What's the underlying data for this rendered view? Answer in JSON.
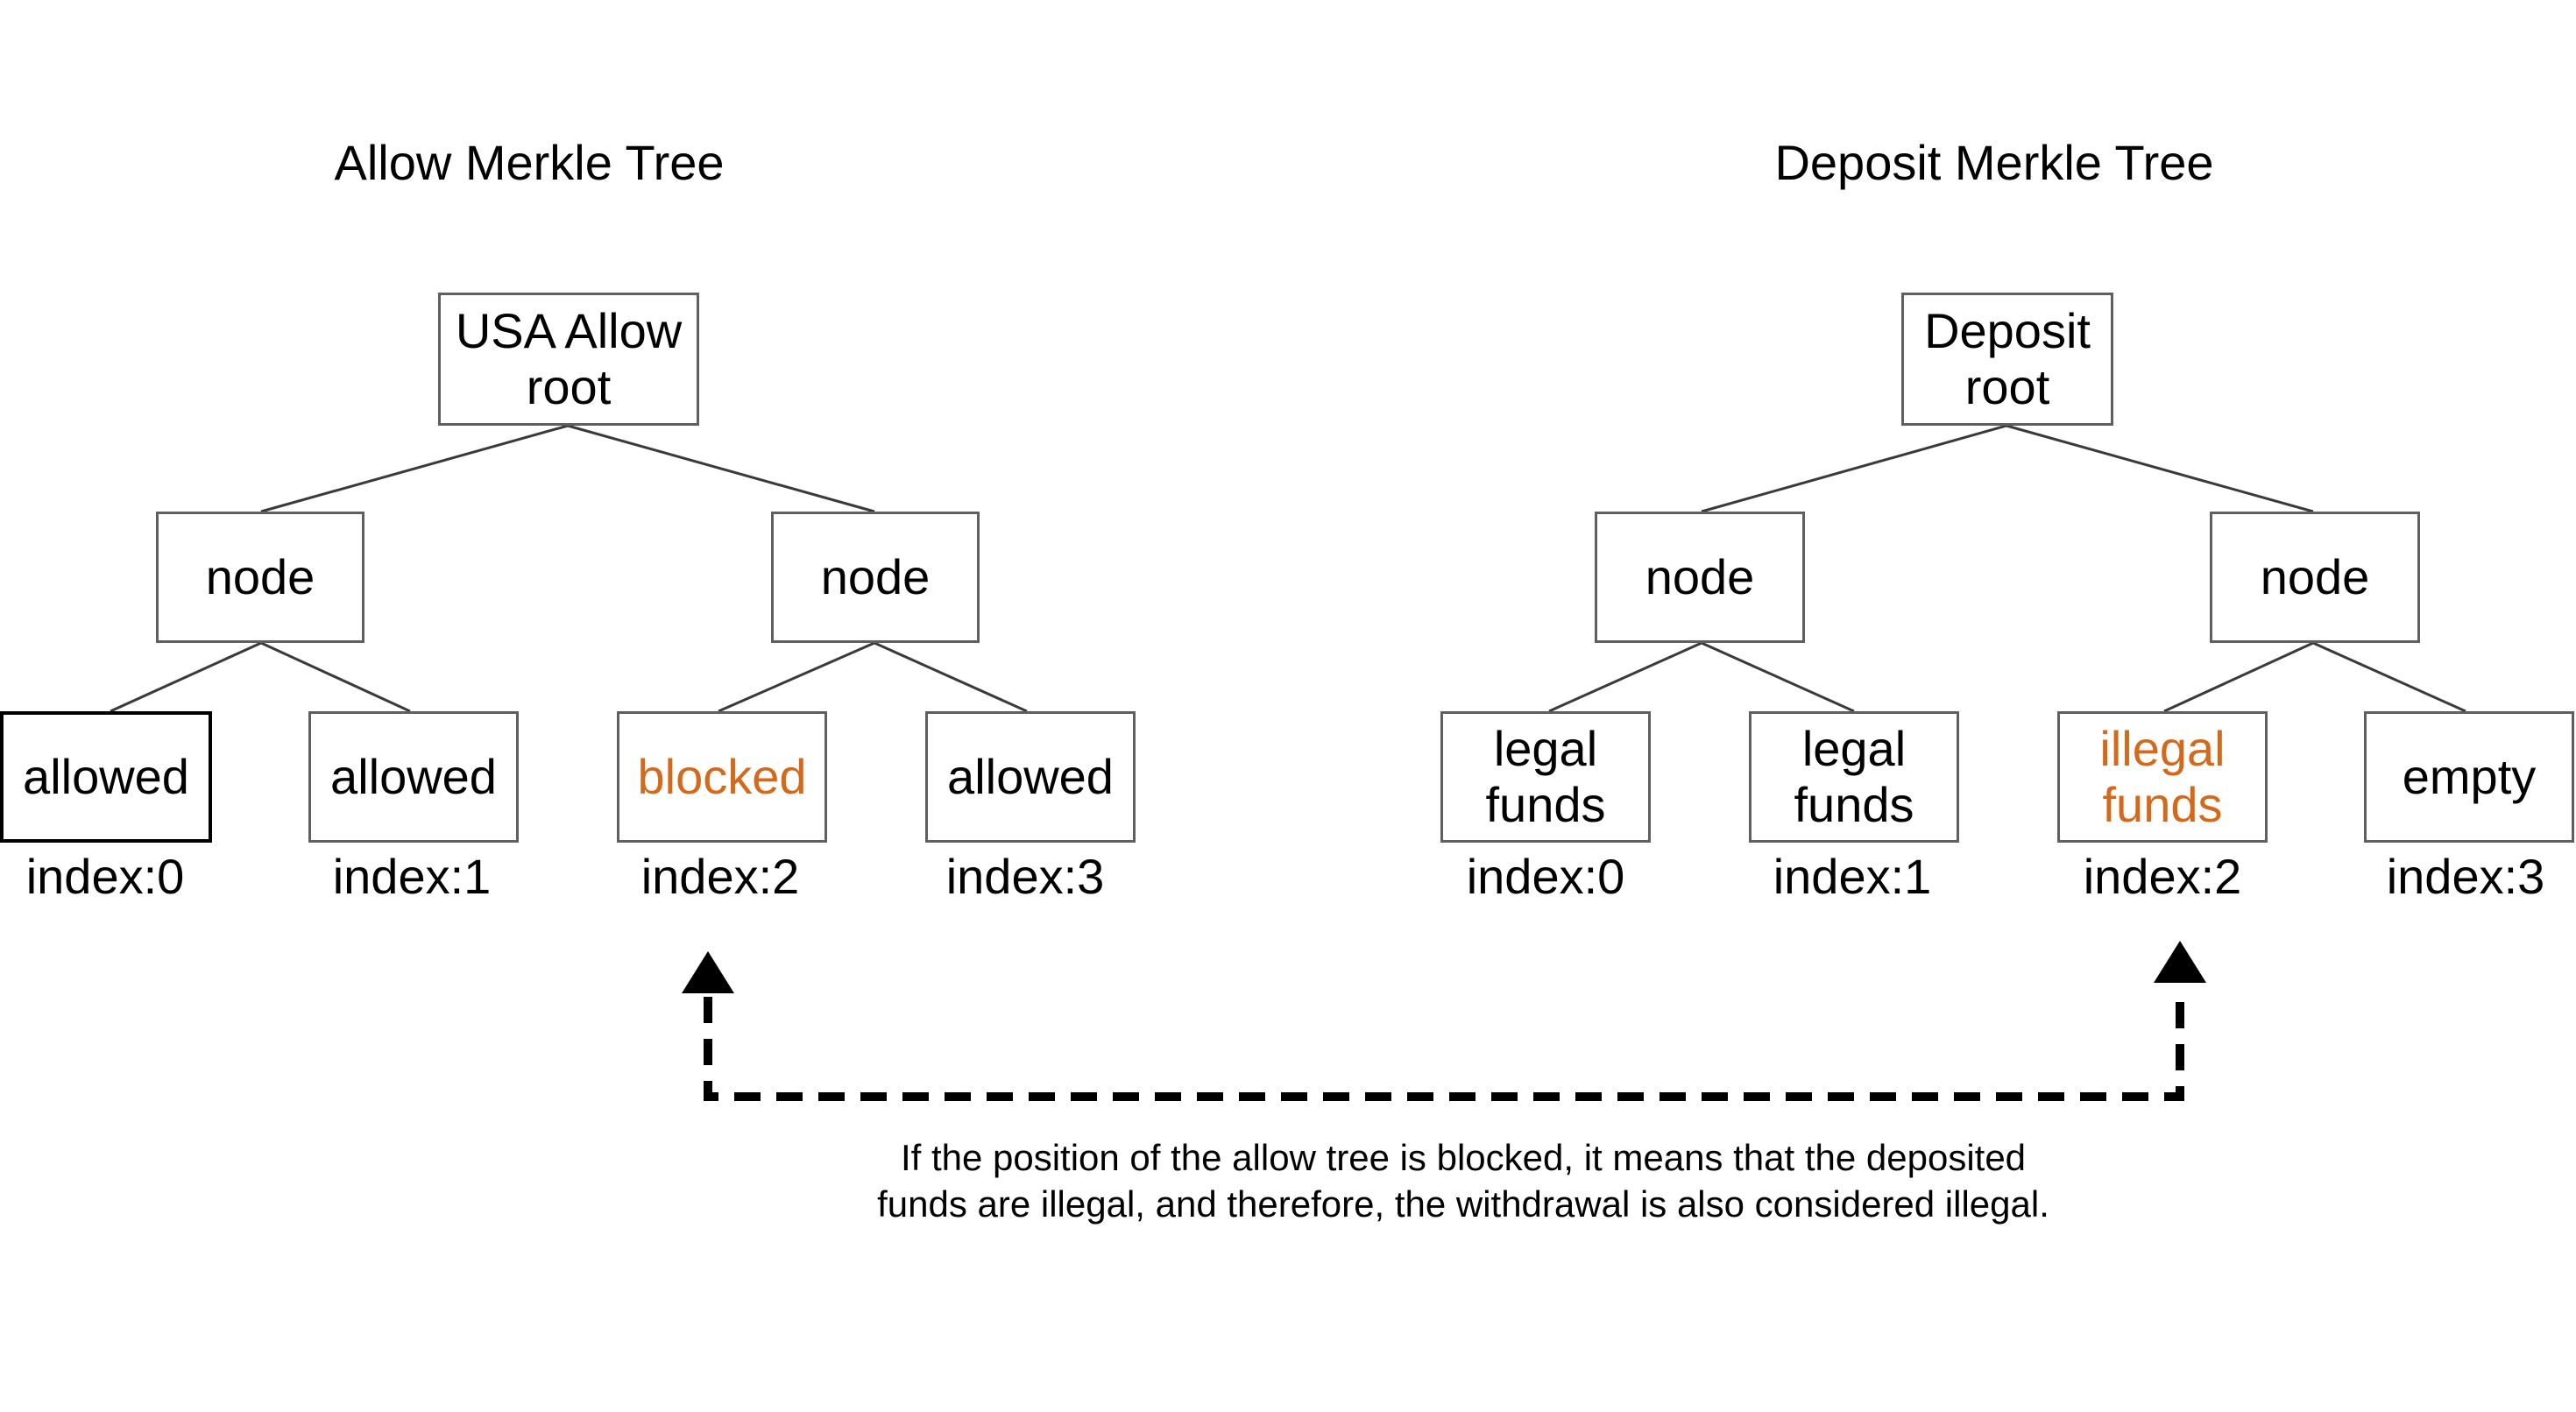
{
  "trees": {
    "allow": {
      "title": "Allow Merkle Tree",
      "root": [
        "USA Allow",
        "root"
      ],
      "node_left": "node",
      "node_right": "node",
      "leaves": [
        {
          "label": [
            "allowed"
          ],
          "index": "index:0"
        },
        {
          "label": [
            "allowed"
          ],
          "index": "index:1"
        },
        {
          "label": [
            "blocked"
          ],
          "index": "index:2"
        },
        {
          "label": [
            "allowed"
          ],
          "index": "index:3"
        }
      ]
    },
    "deposit": {
      "title": "Deposit Merkle Tree",
      "root": [
        "Deposit",
        "root"
      ],
      "node_left": "node",
      "node_right": "node",
      "leaves": [
        {
          "label": [
            "legal",
            "funds"
          ],
          "index": "index:0"
        },
        {
          "label": [
            "legal",
            "funds"
          ],
          "index": "index:1"
        },
        {
          "label": [
            "illegal",
            "funds"
          ],
          "index": "index:2"
        },
        {
          "label": [
            "empty"
          ],
          "index": "index:3"
        }
      ]
    }
  },
  "note": "If the position of the allow tree is blocked, it means that the deposited funds are illegal, and therefore, the withdrawal is also considered illegal.",
  "colors": {
    "highlight": "#d4691c",
    "box_border": "#5f5f5f",
    "arrow": "#000000"
  }
}
